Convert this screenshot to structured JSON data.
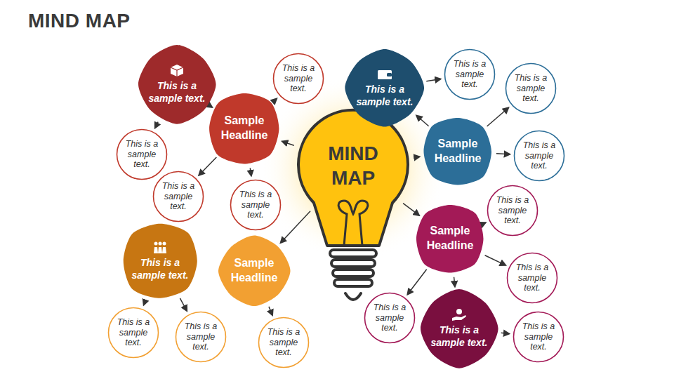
{
  "diagram": {
    "title": "MIND MAP",
    "nodes": [
      {
        "text": [
          "MIND MAP"
        ]
      },
      {
        "text": [
          "Sample Headline"
        ]
      },
      {
        "text": [
          "This is a sample text."
        ]
      },
      {
        "text": [
          "This is a sample text."
        ]
      },
      {
        "text": [
          "This is a sample text."
        ]
      },
      {
        "text": [
          "This is a sample text."
        ]
      },
      {
        "text": [
          "This is a sample text."
        ]
      },
      {
        "text": [
          "Sample Headline"
        ]
      },
      {
        "text": [
          "This is a sample text."
        ]
      },
      {
        "text": [
          "This is a sample text."
        ]
      },
      {
        "text": [
          "This is a sample text."
        ]
      },
      {
        "text": [
          "This is a sample text."
        ]
      },
      {
        "text": [
          "Sample Headline"
        ]
      },
      {
        "text": [
          "This is a sample text."
        ]
      },
      {
        "text": [
          "This is a sample text."
        ]
      },
      {
        "text": [
          "This is a sample text."
        ]
      },
      {
        "text": [
          "This is a sample text."
        ]
      },
      {
        "text": [
          "Sample Headline"
        ]
      },
      {
        "text": [
          "This is a sample text."
        ]
      },
      {
        "text": [
          "This is a sample text."
        ]
      },
      {
        "text": [
          "This is a sample text."
        ]
      },
      {
        "text": [
          "This is a sample text."
        ]
      },
      {
        "text": [
          "This is a sample text."
        ]
      }
    ],
    "edges": [
      {
        "from": 0,
        "to": 1,
        "arrow": "to"
      },
      {
        "from": 0,
        "to": 7,
        "arrow": "to"
      },
      {
        "from": 0,
        "to": 12,
        "arrow": "to"
      },
      {
        "from": 0,
        "to": 17,
        "arrow": "to"
      },
      {
        "from": 1,
        "to": 2,
        "arrow": "to"
      },
      {
        "from": 1,
        "to": 3,
        "arrow": "to"
      },
      {
        "from": 2,
        "to": 4,
        "arrow": "to"
      },
      {
        "from": 1,
        "to": 5,
        "arrow": "to"
      },
      {
        "from": 1,
        "to": 6,
        "arrow": "to"
      },
      {
        "from": 7,
        "to": 8,
        "arrow": "to"
      },
      {
        "from": 8,
        "to": 9,
        "arrow": "to"
      },
      {
        "from": 7,
        "to": 10,
        "arrow": "to"
      },
      {
        "from": 7,
        "to": 11,
        "arrow": "to"
      },
      {
        "from": 12,
        "to": 16,
        "arrow": "to"
      },
      {
        "from": 13,
        "to": 14,
        "arrow": "to"
      },
      {
        "from": 13,
        "to": 15,
        "arrow": "to"
      },
      {
        "from": 17,
        "to": 19,
        "arrow": "to"
      },
      {
        "from": 17,
        "to": 20,
        "arrow": "to"
      },
      {
        "from": 17,
        "to": 21,
        "arrow": "to"
      },
      {
        "from": 17,
        "to": 18,
        "arrow": "to"
      },
      {
        "from": 18,
        "to": 22,
        "arrow": "to"
      }
    ]
  }
}
